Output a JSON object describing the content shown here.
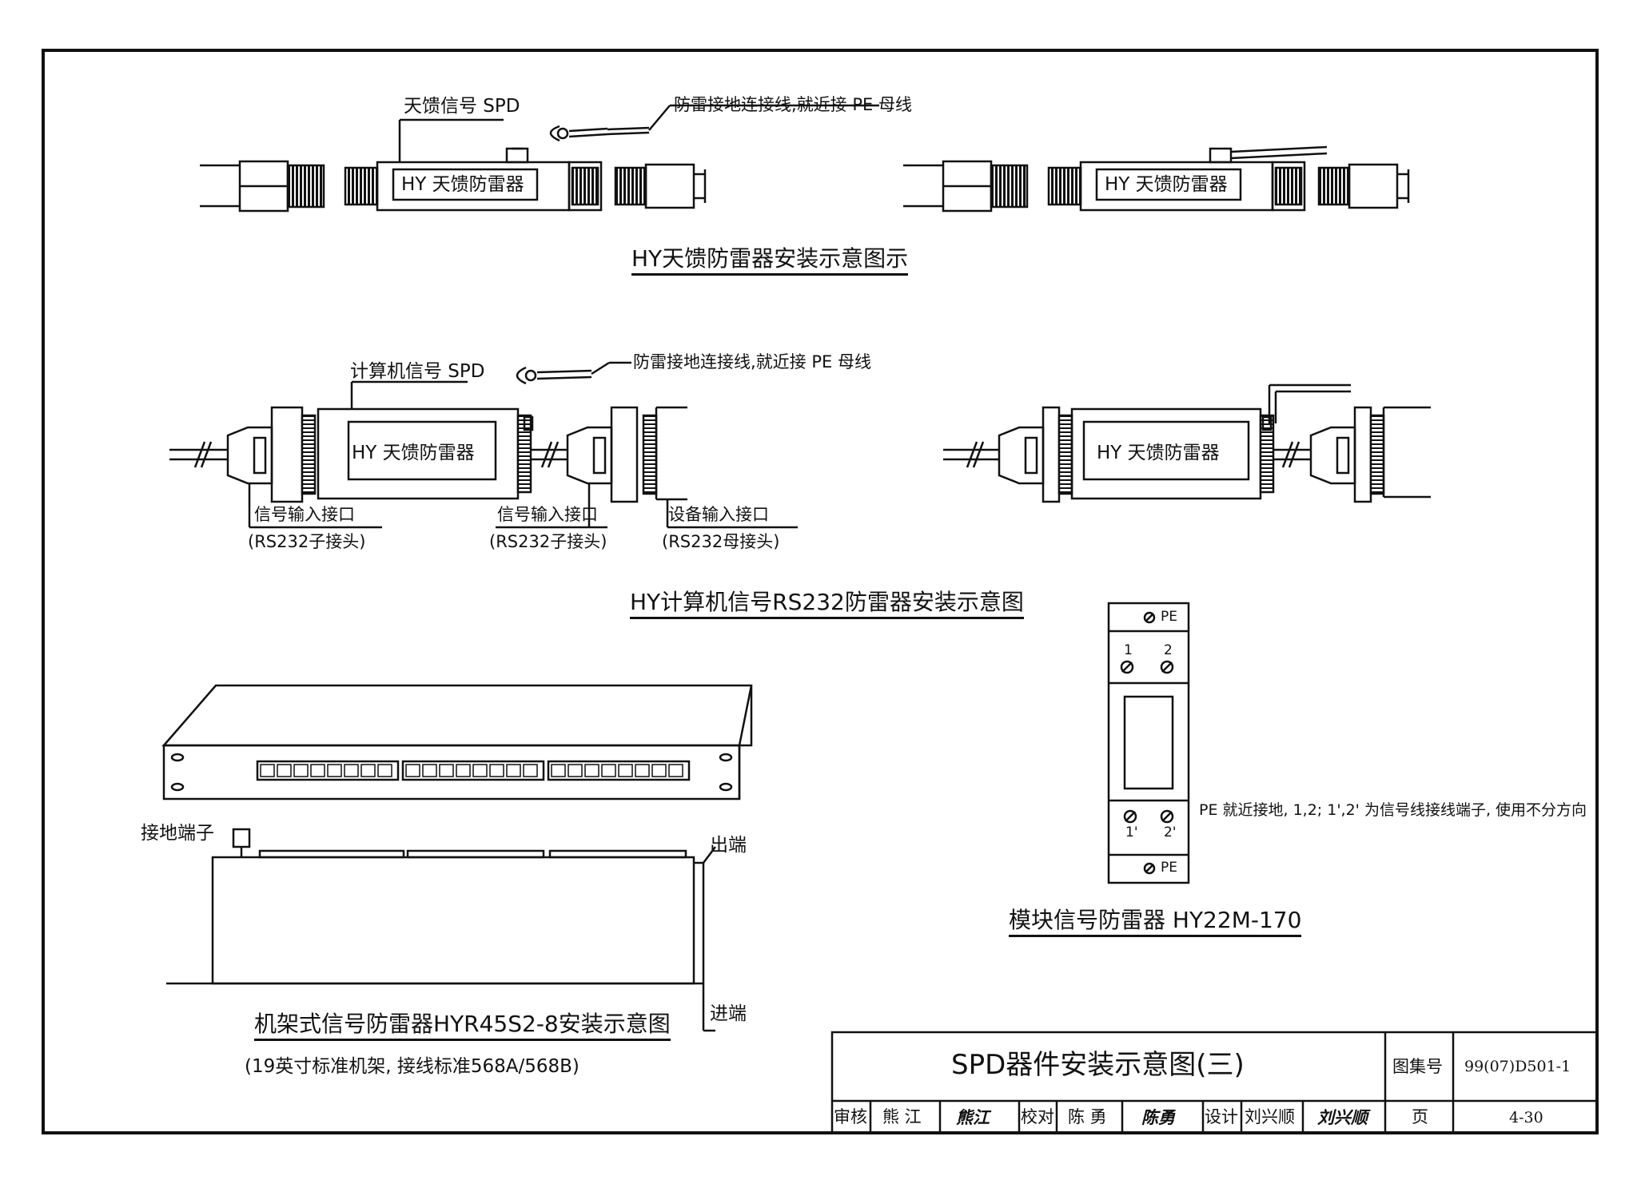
{
  "section1": {
    "spd_label": "天馈信号 SPD",
    "ground_note": "防雷接地连接线,就近接 PE 母线",
    "device_text_left": "HY 天馈防雷器",
    "device_text_right": "HY 天馈防雷器",
    "caption": "HY天馈防雷器安装示意图示"
  },
  "section2": {
    "spd_label": "计算机信号 SPD",
    "ground_note": "防雷接地连接线,就近接 PE 母线",
    "device_text_left": "HY 天馈防雷器",
    "device_text_right": "HY 天馈防雷器",
    "port1_label": "信号输入接口",
    "port1_sub": "(RS232子接头)",
    "port2_label": "信号输入接口",
    "port2_sub": "(RS232子接头)",
    "port3_label": "设备输入接口",
    "port3_sub": "(RS232母接头)",
    "caption": "HY计算机信号RS232防雷器安装示意图"
  },
  "section3": {
    "ground_terminal": "接地端子",
    "out_end": "出端",
    "in_end": "进端",
    "caption": "机架式信号防雷器HYR45S2-8安装示意图",
    "subcaption": "(19英寸标准机架, 接线标准568A/568B)"
  },
  "section4": {
    "pe_top": "PE",
    "t1": "1",
    "t2": "2",
    "t1p": "1'",
    "t2p": "2'",
    "pe_bottom": "PE",
    "note": "PE 就近接地, 1,2; 1',2' 为信号线接线端子, 使用不分方向",
    "caption": "模块信号防雷器 HY22M-170"
  },
  "title_block": {
    "title": "SPD器件安装示意图(三)",
    "atlas_label": "图集号",
    "atlas_no": "99(07)D501-1",
    "review_label": "审核",
    "reviewer": "熊 江",
    "reviewer_sig": "熊江",
    "check_label": "校对",
    "checker": "陈 勇",
    "checker_sig": "陈勇",
    "design_label": "设计",
    "designer": "刘兴顺",
    "designer_sig": "刘兴顺",
    "page_label": "页",
    "page_no": "4-30"
  }
}
